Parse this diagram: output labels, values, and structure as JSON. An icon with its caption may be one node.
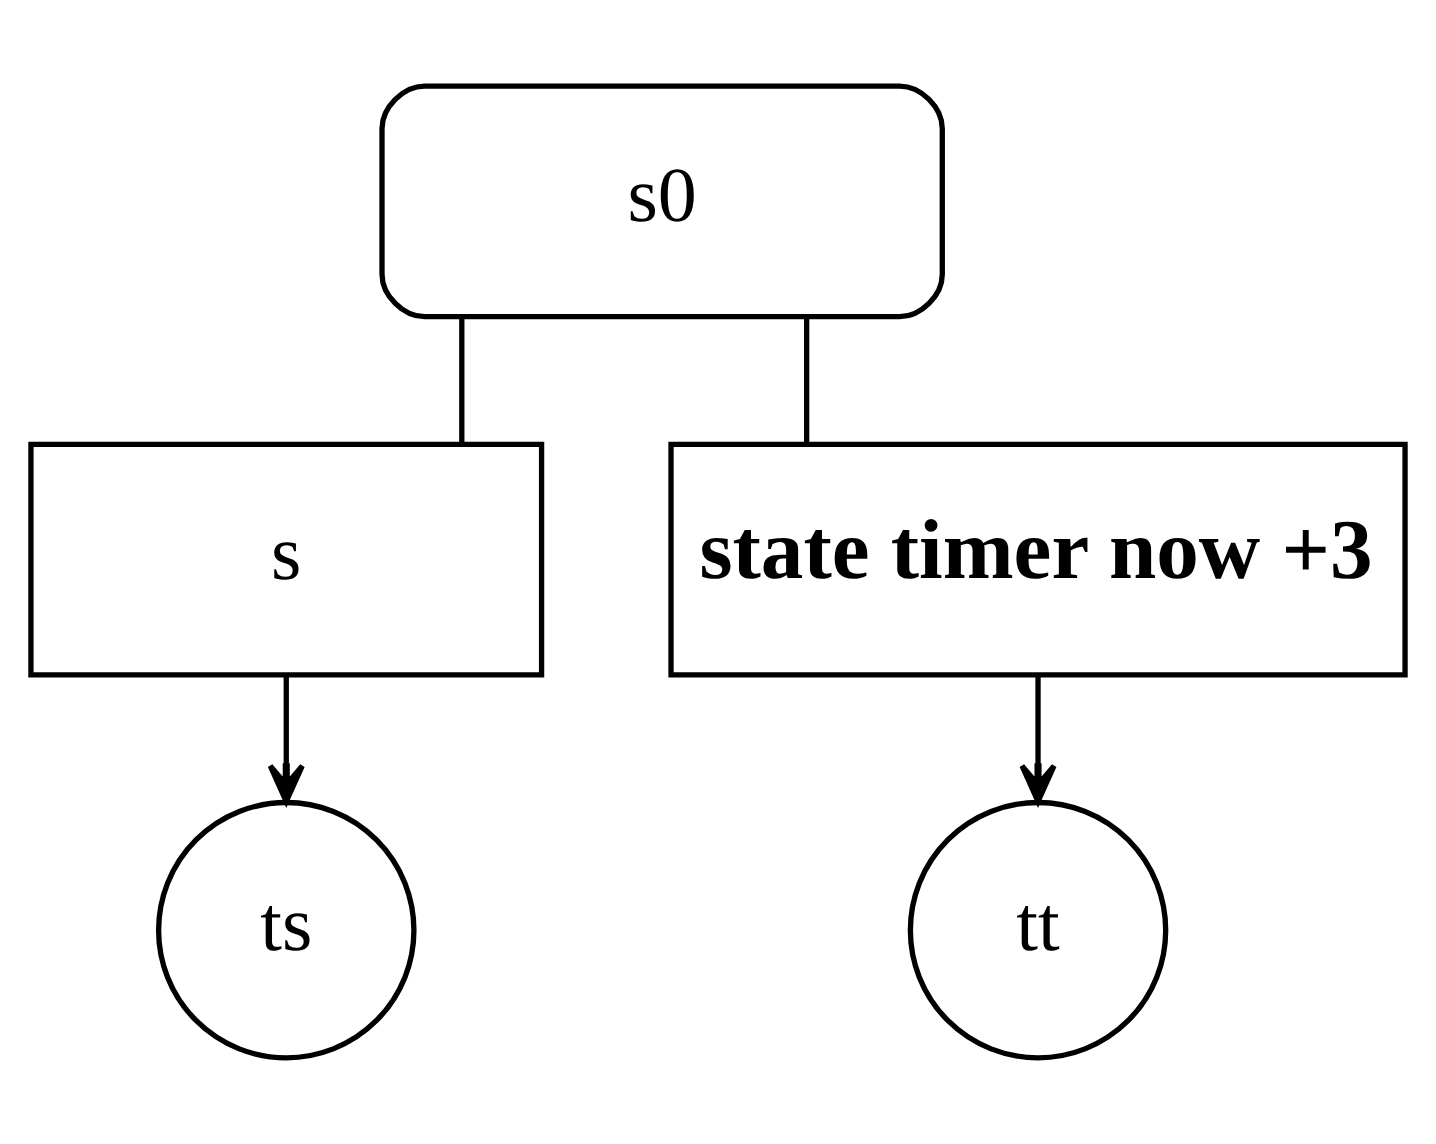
{
  "diagram": {
    "nodes": [
      {
        "text": [
          "s0"
        ]
      },
      {
        "text": [
          "s"
        ]
      },
      {
        "text": [
          "state timer now +3"
        ]
      },
      {
        "text": [
          "ts"
        ]
      },
      {
        "text": [
          "tt"
        ]
      }
    ],
    "edges": [
      {
        "from": 0,
        "to": 1,
        "arrow": "none"
      },
      {
        "from": 0,
        "to": 2,
        "arrow": "none"
      },
      {
        "from": 1,
        "to": 3,
        "arrow": "to"
      },
      {
        "from": 2,
        "to": 4,
        "arrow": "to"
      }
    ]
  }
}
